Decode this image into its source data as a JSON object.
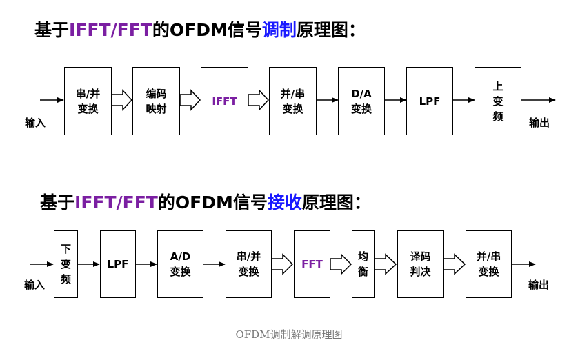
{
  "mod": {
    "title": {
      "prefix": "基于",
      "highlight": "IFFT/FFT",
      "middle": "的OFDM信号",
      "action": "调制",
      "suffix": "原理图："
    },
    "input_label": "输入",
    "output_label": "输出",
    "blocks": [
      {
        "id": "sp",
        "text": "串/并\n变换"
      },
      {
        "id": "map",
        "text": "编码\n映射"
      },
      {
        "id": "ifft",
        "text": "IFFT"
      },
      {
        "id": "ps",
        "text": "并/串\n变换"
      },
      {
        "id": "da",
        "text": "D/A\n变换"
      },
      {
        "id": "lpf",
        "text": "LPF"
      },
      {
        "id": "up",
        "text": "上\n变\n频"
      }
    ]
  },
  "demod": {
    "title": {
      "prefix": "基于",
      "highlight": "IFFT/FFT",
      "middle": "的OFDM信号",
      "action": "接收",
      "suffix": "原理图："
    },
    "input_label": "输入",
    "output_label": "输出",
    "blocks": [
      {
        "id": "down",
        "text": "下\n变\n频"
      },
      {
        "id": "lpf",
        "text": "LPF"
      },
      {
        "id": "ad",
        "text": "A/D\n变换"
      },
      {
        "id": "sp",
        "text": "串/并\n变换"
      },
      {
        "id": "fft",
        "text": "FFT"
      },
      {
        "id": "eq",
        "text": "均\n衡"
      },
      {
        "id": "decode",
        "text": "译码\n判决"
      },
      {
        "id": "ps",
        "text": "并/串\n变换"
      }
    ]
  },
  "caption": "OFDM调制解调原理图",
  "colors": {
    "highlight": "#7b1fa2",
    "action": "#1a1aff",
    "caption": "#777777"
  }
}
